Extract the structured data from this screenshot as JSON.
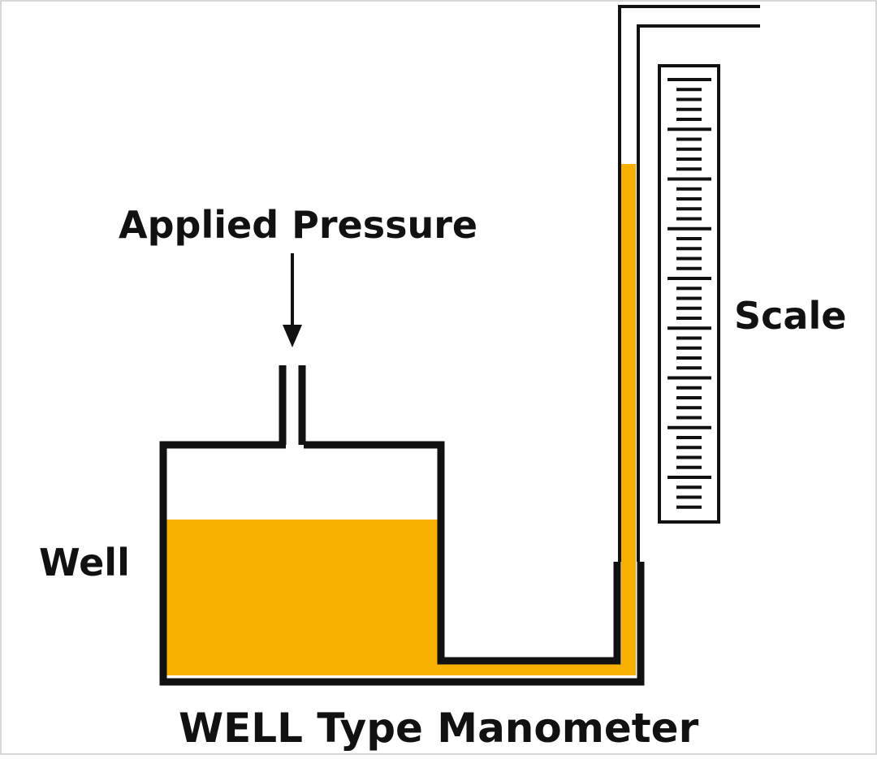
{
  "labels": {
    "applied_pressure": "Applied Pressure",
    "scale": "Scale",
    "well": "Well",
    "title": "WELL Type Manometer"
  },
  "colors": {
    "liquid": "#F8B000",
    "outline": "#111111",
    "background": "#FFFFFF"
  }
}
